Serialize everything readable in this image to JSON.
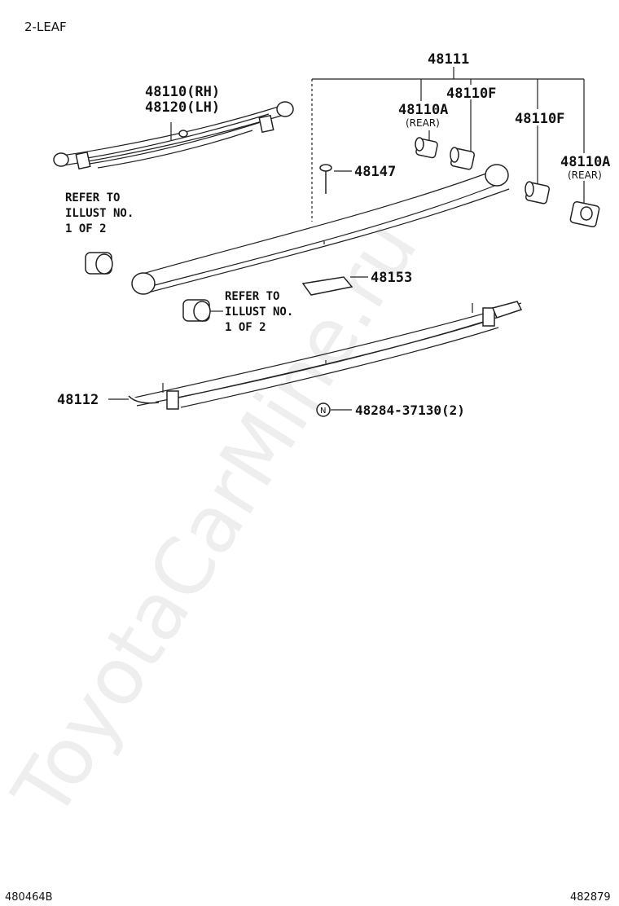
{
  "section_title": "2-LEAF",
  "watermark": "ToyotaCarMine.ru",
  "corner_left_code": "480464B",
  "corner_right_code": "482879",
  "parts": {
    "spring_rh": "48110(RH)",
    "spring_lh": "48120(LH)",
    "assembly": "48111",
    "leaf_main": "48112",
    "bushing_f_top": "48110F",
    "bushing_a_top": "48110A",
    "bushing_a_top_note": "(REAR)",
    "bushing_f_right": "48110F",
    "bushing_a_right": "48110A",
    "bushing_a_right_note": "(REAR)",
    "center_bolt": "48147",
    "pad": "48153",
    "clip_nut": "48284-37130(2)",
    "nut_marker": "N"
  },
  "refer_notes": {
    "upper": [
      "REFER TO",
      "ILLUST NO.",
      "1 OF 2"
    ],
    "lower": [
      "REFER TO",
      "ILLUST NO.",
      "1 OF 2"
    ]
  }
}
